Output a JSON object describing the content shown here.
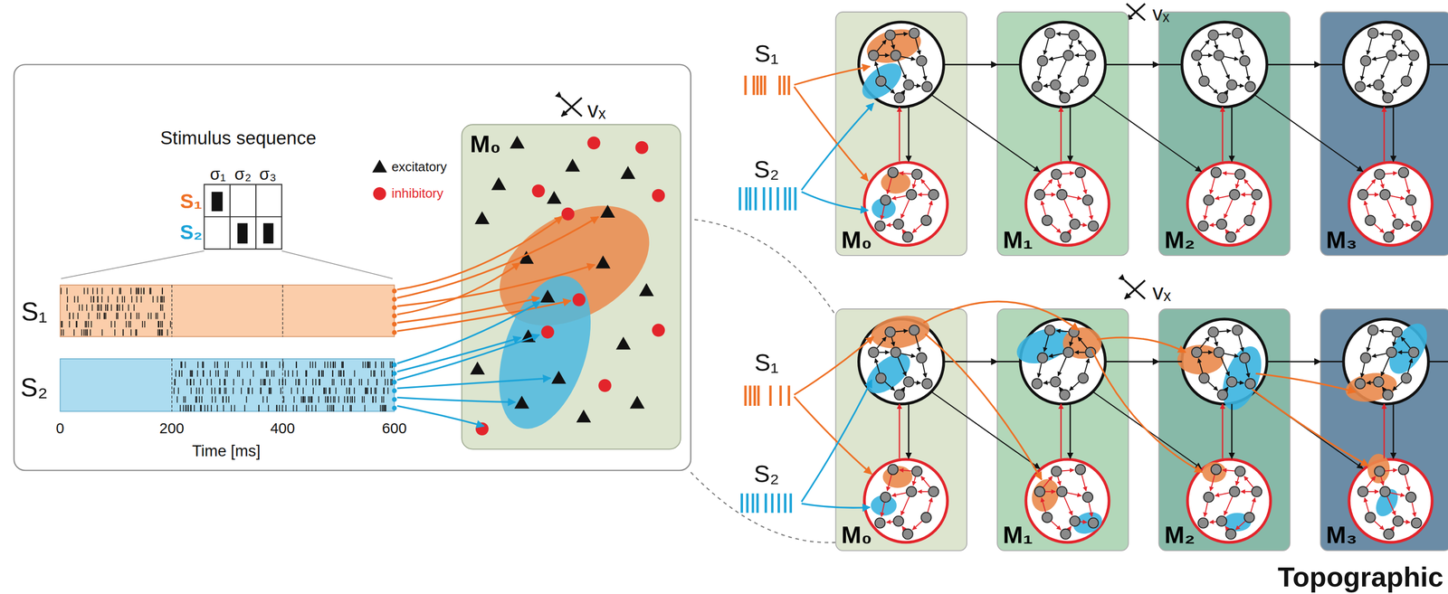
{
  "diagram": {
    "nodes": [
      {
        "text": [
          "M₀"
        ]
      },
      {
        "text": [
          "M₀"
        ]
      },
      {
        "text": [
          "M₁"
        ]
      },
      {
        "text": [
          "M₂"
        ]
      },
      {
        "text": [
          "M₃"
        ]
      },
      {
        "text": [
          "M₀"
        ]
      },
      {
        "text": [
          "M₁"
        ]
      },
      {
        "text": [
          "M₂"
        ]
      },
      {
        "text": [
          "M₃"
        ]
      }
    ],
    "edges": [
      {
        "from": 1,
        "to": 2,
        "arrow": "to"
      },
      {
        "from": 2,
        "to": 3,
        "arrow": "to"
      },
      {
        "from": 3,
        "to": 4,
        "arrow": "to"
      },
      {
        "from": 5,
        "to": 6,
        "arrow": "to"
      },
      {
        "from": 6,
        "to": 7,
        "arrow": "to"
      },
      {
        "from": 7,
        "to": 8,
        "arrow": "to"
      }
    ],
    "labels": [
      "Stimulus sequence",
      "σ₁",
      "σ₂",
      "σ₃",
      "S₁",
      "S₂",
      "S₁",
      "S₂",
      "0",
      "200",
      "400",
      "600",
      "Time [ms]",
      "vₓ",
      "S₁",
      "S₂",
      "vₓ",
      "vₓ",
      "S₁",
      "S₂",
      "Topographic"
    ],
    "legend": [
      {
        "text": "excitatory"
      },
      {
        "text": "inhibitory"
      }
    ]
  }
}
